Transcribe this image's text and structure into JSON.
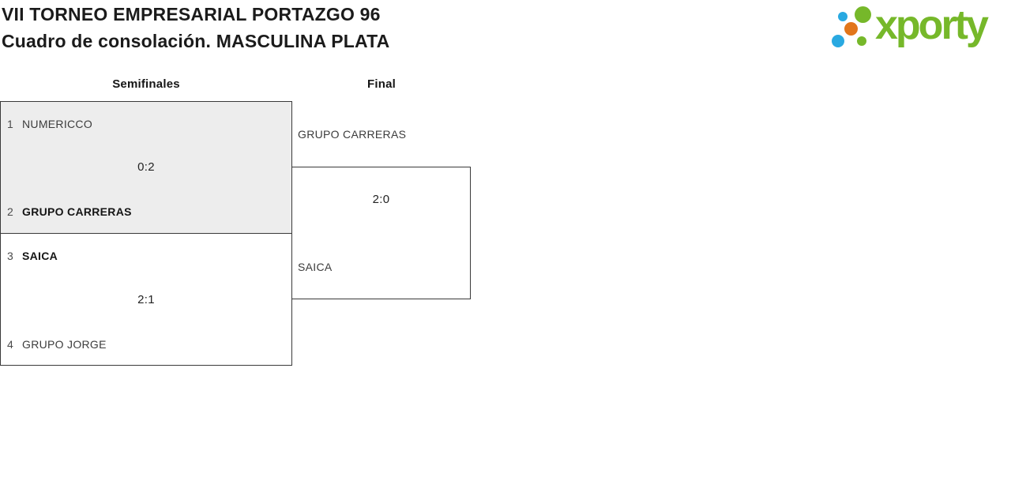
{
  "header": {
    "title_line1": "VII TORNEO EMPRESARIAL PORTAZGO 96",
    "title_line2": "Cuadro de consolación. MASCULINA PLATA"
  },
  "logo": {
    "wordmark": "xporty",
    "colors": {
      "green": "#76b82a",
      "blue": "#29a9e1",
      "orange": "#e2761a"
    }
  },
  "bracket": {
    "rounds": [
      {
        "label": "Semifinales",
        "matches": [
          {
            "top": {
              "seed": "1",
              "name": "NUMERICCO",
              "winner": false
            },
            "bottom": {
              "seed": "2",
              "name": "GRUPO CARRERAS",
              "winner": true
            },
            "score": "0:2"
          },
          {
            "top": {
              "seed": "3",
              "name": "SAICA",
              "winner": true
            },
            "bottom": {
              "seed": "4",
              "name": "GRUPO JORGE",
              "winner": false
            },
            "score": "2:1"
          }
        ]
      },
      {
        "label": "Final",
        "matches": [
          {
            "top": {
              "name": "GRUPO CARRERAS"
            },
            "bottom": {
              "name": "SAICA"
            },
            "score": "2:0"
          }
        ]
      }
    ]
  }
}
